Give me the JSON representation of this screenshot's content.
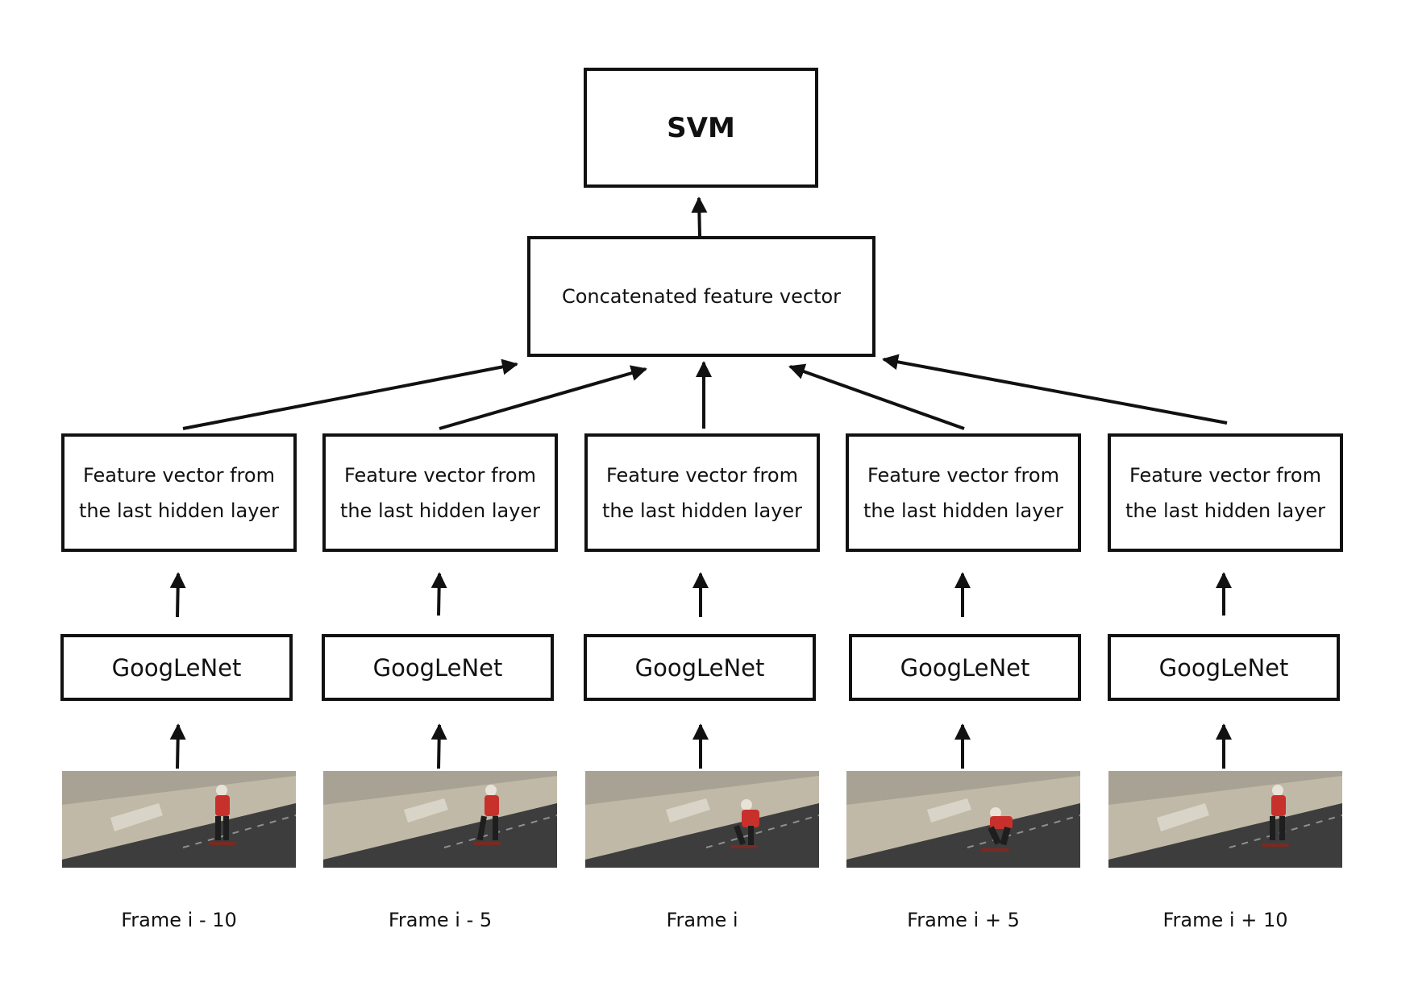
{
  "svm": {
    "label": "SVM"
  },
  "concat": {
    "label": "Concatenated feature vector"
  },
  "columns": [
    {
      "feature": "Feature vector from\nthe last hidden layer",
      "network": "GoogLeNet",
      "frame": "Frame i - 10"
    },
    {
      "feature": "Feature vector from\nthe last hidden layer",
      "network": "GoogLeNet",
      "frame": "Frame i - 5"
    },
    {
      "feature": "Feature vector from\nthe last hidden layer",
      "network": "GoogLeNet",
      "frame": "Frame i"
    },
    {
      "feature": "Feature vector from\nthe last hidden layer",
      "network": "GoogLeNet",
      "frame": "Frame i + 5"
    },
    {
      "feature": "Feature vector from\nthe last hidden layer",
      "network": "GoogLeNet",
      "frame": "Frame i + 10"
    }
  ],
  "colors": {
    "line": "#111111",
    "shirt": "#c8312b",
    "wall": "#bdb6a4",
    "road": "#3b3b3b"
  }
}
